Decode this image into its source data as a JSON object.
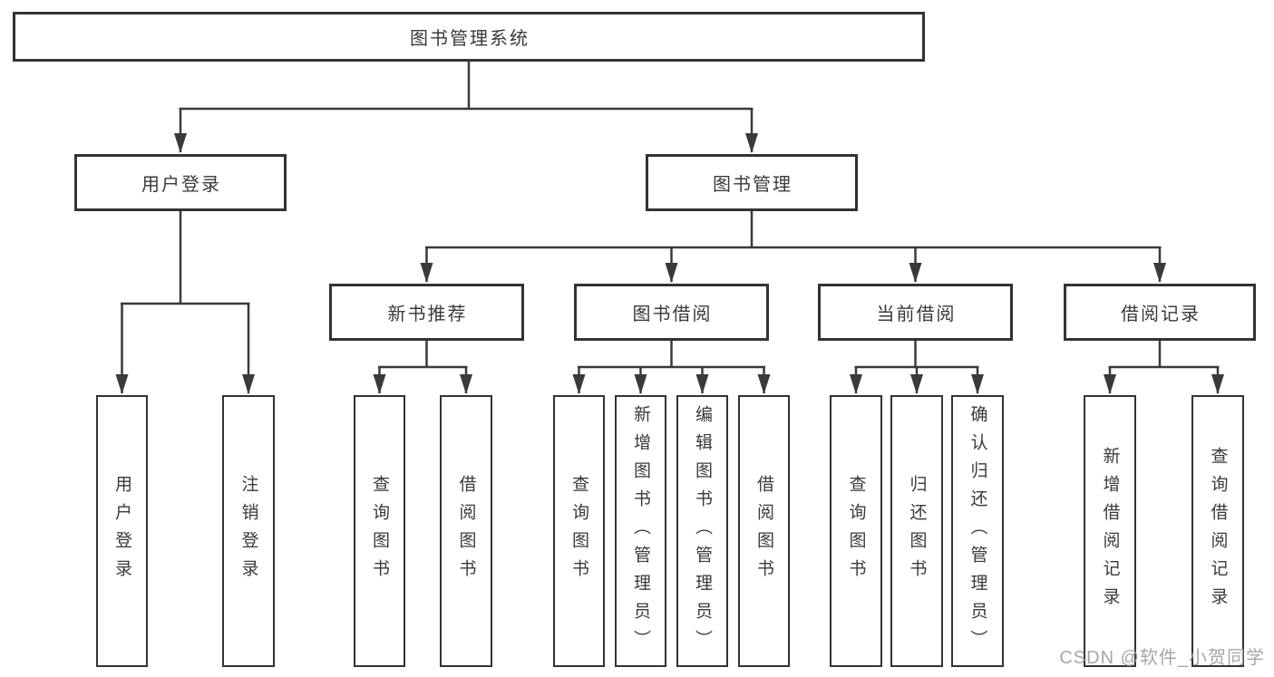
{
  "nodes": {
    "root": {
      "label": "图书管理系统"
    },
    "branches": [
      {
        "label": "用户登录",
        "leaves": [
          {
            "label": "用户登录"
          },
          {
            "label": "注销登录"
          }
        ]
      },
      {
        "label": "图书管理",
        "groups": [
          {
            "label": "新书推荐",
            "leaves": [
              {
                "label": "查询图书"
              },
              {
                "label": "借阅图书"
              }
            ]
          },
          {
            "label": "图书借阅",
            "leaves": [
              {
                "label": "查询图书"
              },
              {
                "label": "新增图书（管理员）"
              },
              {
                "label": "编辑图书（管理员）"
              },
              {
                "label": "借阅图书"
              }
            ]
          },
          {
            "label": "当前借阅",
            "leaves": [
              {
                "label": "查询图书"
              },
              {
                "label": "归还图书"
              },
              {
                "label": "确认归还（管理员）"
              }
            ]
          },
          {
            "label": "借阅记录",
            "leaves": [
              {
                "label": "新增借阅记录"
              },
              {
                "label": "查询借阅记录"
              }
            ]
          }
        ]
      }
    ]
  },
  "watermark": {
    "text": "CSDN @软件_小贺同学"
  },
  "colors": {
    "line": "#3a3a3a",
    "box_border": "#333333",
    "text": "#3a3a3a",
    "background": "#ffffff",
    "watermark": "#a2a2a2"
  }
}
